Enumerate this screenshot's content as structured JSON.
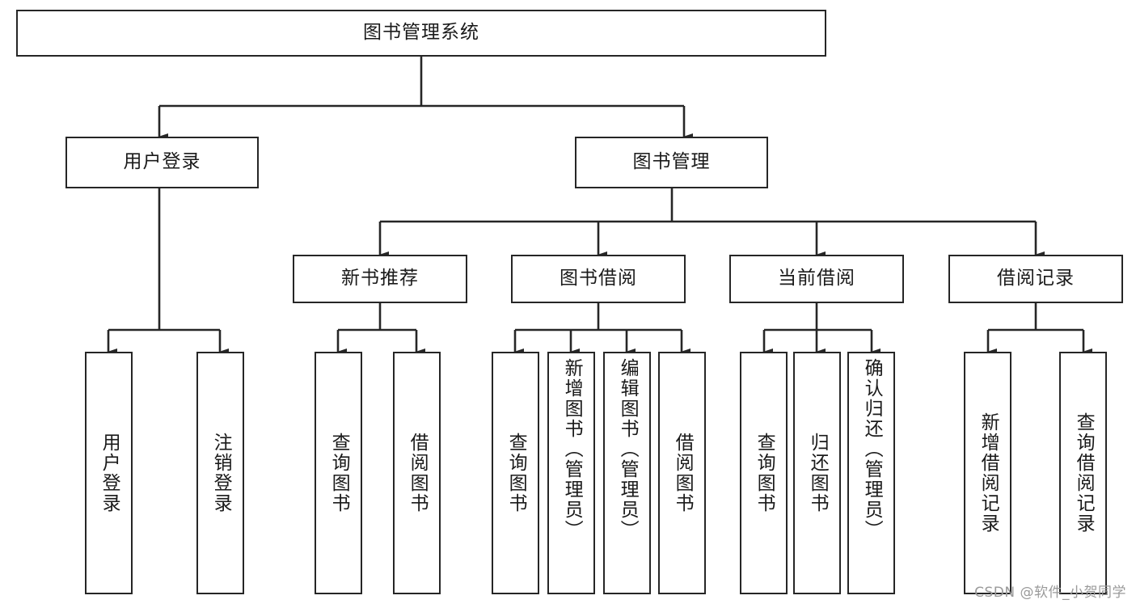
{
  "diagram": {
    "title": "图书管理系统",
    "type": "tree-hierarchy-chart",
    "root": {
      "id": "root",
      "label": "图书管理系统"
    },
    "level2": [
      {
        "id": "user-login",
        "label": "用户登录"
      },
      {
        "id": "book-management",
        "label": "图书管理"
      }
    ],
    "level3": [
      {
        "id": "new-book-recommend",
        "label": "新书推荐"
      },
      {
        "id": "book-borrow",
        "label": "图书借阅"
      },
      {
        "id": "current-borrow",
        "label": "当前借阅"
      },
      {
        "id": "borrow-record",
        "label": "借阅记录"
      }
    ],
    "leaves": {
      "user_login": [
        {
          "id": "leaf-user-login",
          "label": "用户登录"
        },
        {
          "id": "leaf-logout-login",
          "label": "注销登录"
        }
      ],
      "new_book_recommend": [
        {
          "id": "leaf-query-book-1",
          "label": "查询图书"
        },
        {
          "id": "leaf-borrow-book-1",
          "label": "借阅图书"
        }
      ],
      "book_borrow": [
        {
          "id": "leaf-query-book-2",
          "label": "查询图书"
        },
        {
          "id": "leaf-add-book",
          "label": "新增图书（管理员）"
        },
        {
          "id": "leaf-edit-book",
          "label": "编辑图书（管理员）"
        },
        {
          "id": "leaf-borrow-book-2",
          "label": "借阅图书"
        }
      ],
      "current_borrow": [
        {
          "id": "leaf-query-book-3",
          "label": "查询图书"
        },
        {
          "id": "leaf-return-book",
          "label": "归还图书"
        },
        {
          "id": "leaf-confirm-return",
          "label": "确认归还（管理员）"
        }
      ],
      "borrow_record": [
        {
          "id": "leaf-add-record",
          "label": "新增借阅记录"
        },
        {
          "id": "leaf-query-record",
          "label": "查询借阅记录"
        }
      ]
    },
    "colors": {
      "stroke": "#262626",
      "fill": "#ffffff",
      "text": "#1a1a1a",
      "watermark": "#9a9a9a"
    }
  },
  "watermark": {
    "text": "CSDN @软件_小贺同学"
  }
}
